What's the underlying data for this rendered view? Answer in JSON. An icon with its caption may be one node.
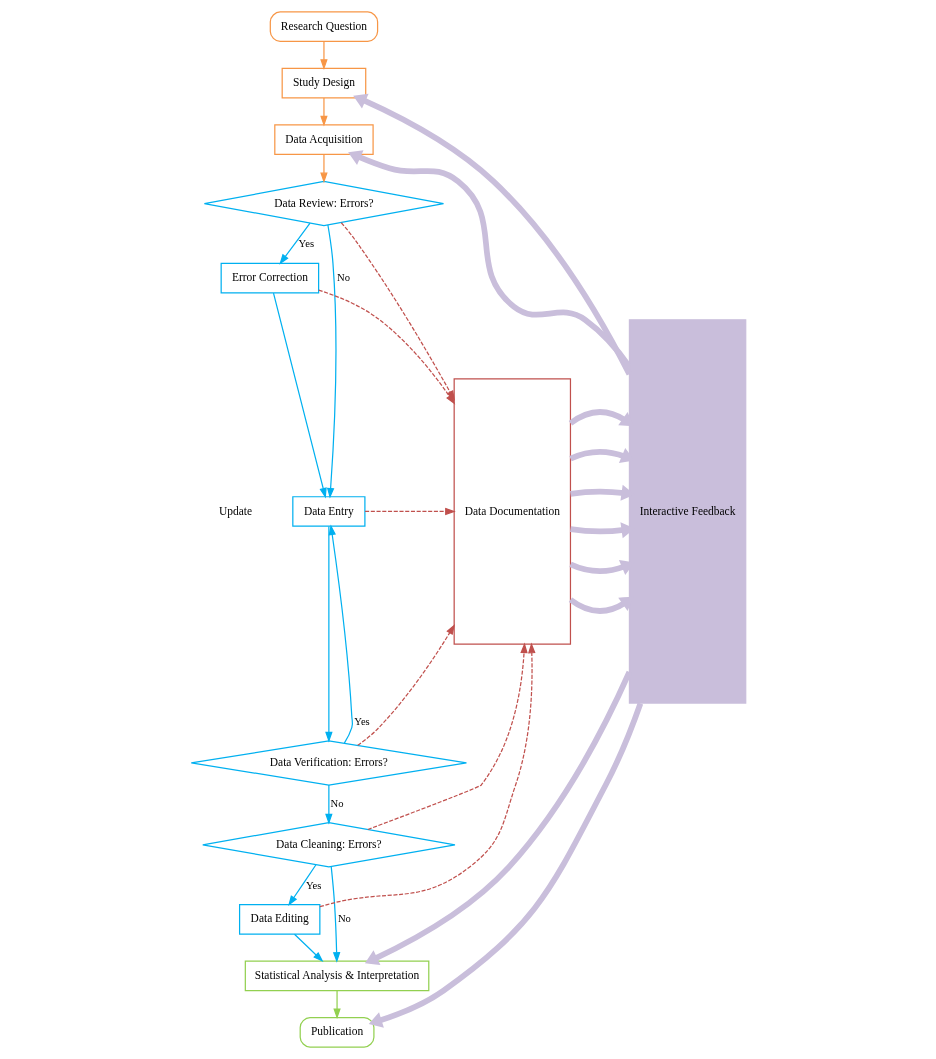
{
  "diagram": {
    "nodes": [
      {
        "text": [
          "Research Question"
        ]
      },
      {
        "text": [
          "Study Design"
        ]
      },
      {
        "text": [
          "Data Acquisition"
        ]
      },
      {
        "text": [
          "Data Review: Errors?"
        ]
      },
      {
        "text": [
          "Error Correction"
        ]
      },
      {
        "text": [
          "Data Entry"
        ]
      },
      {
        "text": [
          "Data Verification: Errors?"
        ]
      },
      {
        "text": [
          "Data Cleaning: Errors?"
        ]
      },
      {
        "text": [
          "Data Editing"
        ]
      },
      {
        "text": [
          "Statistical Analysis & Interpretation"
        ]
      },
      {
        "text": [
          "Publication"
        ]
      },
      {
        "text": [
          "Data Documentation"
        ]
      },
      {
        "text": [
          "Interactive Feedback"
        ]
      }
    ],
    "edges": [
      {
        "from": 0,
        "to": 1,
        "arrow": "to",
        "color": "#f79646"
      },
      {
        "from": 1,
        "to": 2,
        "arrow": "to",
        "color": "#f79646"
      },
      {
        "from": 2,
        "to": 3,
        "arrow": "to",
        "color": "#f79646"
      },
      {
        "from": 3,
        "to": 4,
        "arrow": "to",
        "label": "Yes",
        "color": "#00b0f0"
      },
      {
        "from": 3,
        "to": 5,
        "arrow": "to",
        "label": "No",
        "color": "#00b0f0"
      },
      {
        "from": 4,
        "to": 5,
        "arrow": "to",
        "color": "#00b0f0"
      },
      {
        "from": 5,
        "to": 6,
        "arrow": "to",
        "color": "#00b0f0"
      },
      {
        "from": 6,
        "to": 5,
        "arrow": "to",
        "label": "Yes",
        "color": "#00b0f0"
      },
      {
        "from": 6,
        "to": 7,
        "arrow": "to",
        "label": "No",
        "color": "#00b0f0"
      },
      {
        "from": 7,
        "to": 8,
        "arrow": "to",
        "label": "Yes",
        "color": "#00b0f0"
      },
      {
        "from": 7,
        "to": 9,
        "arrow": "to",
        "label": "No",
        "color": "#00b0f0"
      },
      {
        "from": 8,
        "to": 9,
        "arrow": "to",
        "color": "#00b0f0"
      },
      {
        "from": 9,
        "to": 10,
        "arrow": "to",
        "color": "#92d050"
      },
      {
        "from": 3,
        "to": 11,
        "arrow": "to",
        "style": "dashed",
        "color": "#c0504d"
      },
      {
        "from": 4,
        "to": 11,
        "arrow": "to",
        "style": "dashed",
        "color": "#c0504d"
      },
      {
        "from": 5,
        "to": 11,
        "arrow": "to",
        "style": "dashed",
        "color": "#c0504d"
      },
      {
        "from": 6,
        "to": 11,
        "arrow": "to",
        "style": "dashed",
        "color": "#c0504d"
      },
      {
        "from": 7,
        "to": 11,
        "arrow": "to",
        "style": "dashed",
        "color": "#c0504d"
      },
      {
        "from": 8,
        "to": 11,
        "arrow": "to",
        "style": "dashed",
        "color": "#c0504d"
      },
      {
        "from": 11,
        "to": 12,
        "arrow": "to",
        "style": "thick",
        "color": "#c9bedb"
      },
      {
        "from": 11,
        "to": 12,
        "arrow": "to",
        "style": "thick",
        "color": "#c9bedb"
      },
      {
        "from": 11,
        "to": 12,
        "arrow": "to",
        "style": "thick",
        "color": "#c9bedb"
      },
      {
        "from": 11,
        "to": 12,
        "arrow": "to",
        "style": "thick",
        "color": "#c9bedb"
      },
      {
        "from": 11,
        "to": 12,
        "arrow": "to",
        "style": "thick",
        "color": "#c9bedb"
      },
      {
        "from": 11,
        "to": 12,
        "arrow": "to",
        "style": "thick",
        "color": "#c9bedb"
      },
      {
        "from": 12,
        "to": 1,
        "arrow": "to",
        "style": "thick",
        "color": "#c9bedb"
      },
      {
        "from": 12,
        "to": 2,
        "arrow": "to",
        "style": "thick",
        "color": "#c9bedb"
      },
      {
        "from": 12,
        "to": 9,
        "arrow": "to",
        "style": "thick",
        "color": "#c9bedb"
      },
      {
        "from": 12,
        "to": 10,
        "arrow": "to",
        "style": "thick",
        "color": "#c9bedb"
      }
    ],
    "labels": [
      "Update"
    ]
  }
}
